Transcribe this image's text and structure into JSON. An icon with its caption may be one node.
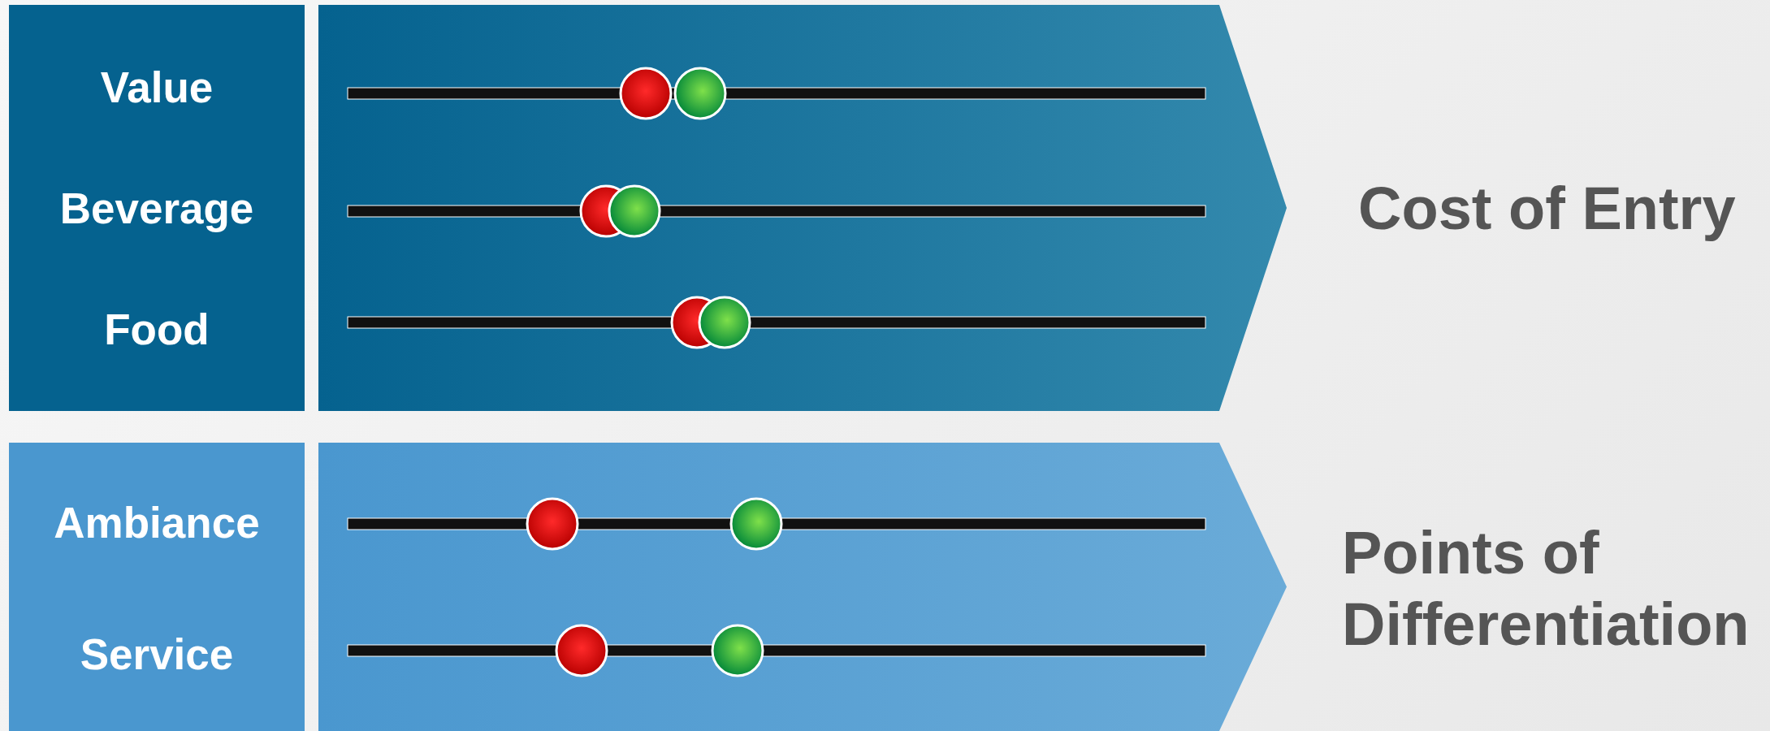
{
  "diagram": {
    "nodes": [
      {
        "text": [
          "Value",
          "Beverage",
          "Food"
        ]
      },
      {
        "text": [],
        "shape": "chevron",
        "beside": [
          "Cost of Entry"
        ]
      },
      {
        "text": [
          "Ambiance",
          "Service"
        ]
      },
      {
        "text": [],
        "shape": "chevron",
        "beside": [
          "Points of Differentiation"
        ]
      }
    ]
  }
}
